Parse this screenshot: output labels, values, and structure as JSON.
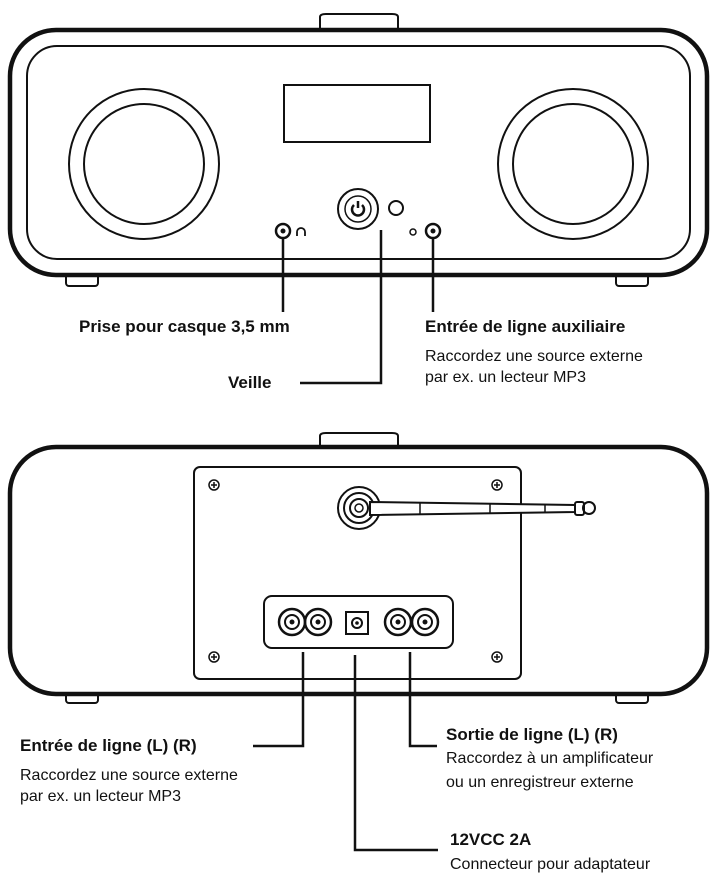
{
  "front": {
    "headphone": {
      "title": "Prise pour casque 3,5 mm"
    },
    "aux": {
      "title": "Entrée de ligne auxiliaire",
      "desc1": "Raccordez une source externe",
      "desc2": "par ex. un lecteur MP3"
    },
    "standby": {
      "title": "Veille"
    }
  },
  "back": {
    "line_in": {
      "title": "Entrée de ligne (L) (R)",
      "desc1": "Raccordez une source externe",
      "desc2": "par ex. un lecteur MP3"
    },
    "line_out": {
      "title": "Sortie de ligne (L) (R)",
      "desc1": "Raccordez à un amplificateur",
      "desc2": "ou un enregistreur externe"
    },
    "power": {
      "title": "12VCC 2A",
      "desc1": "Connecteur pour adaptateur"
    }
  }
}
